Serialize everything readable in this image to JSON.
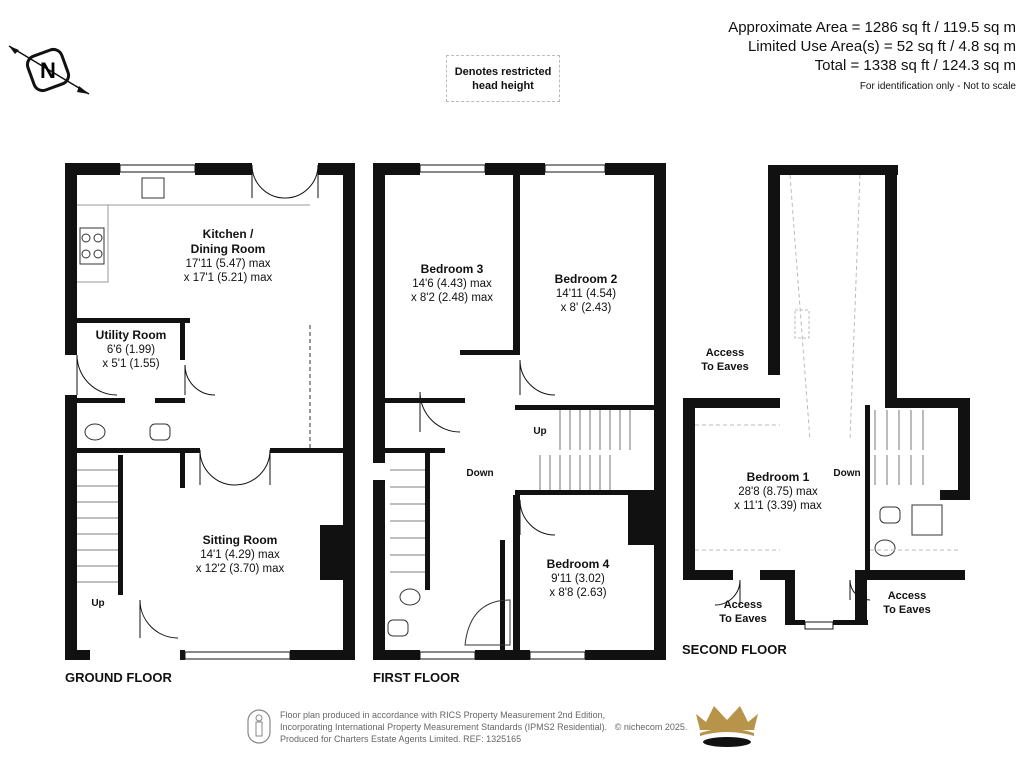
{
  "areas": {
    "approximate": "Approximate Area = 1286 sq ft / 119.5 sq m",
    "limited": "Limited Use Area(s) = 52 sq ft / 4.8 sq m",
    "total": "Total = 1338 sq ft / 124.3 sq m",
    "note": "For identification only - Not to scale"
  },
  "compass": {
    "letter": "N"
  },
  "legend": {
    "restricted": "Denotes restricted head height"
  },
  "floors": {
    "ground": "GROUND FLOOR",
    "first": "FIRST FLOOR",
    "second": "SECOND FLOOR"
  },
  "rooms": {
    "kitchen": {
      "name": "Kitchen /",
      "name2": "Dining Room",
      "dim1": "17'11 (5.47) max",
      "dim2": "x 17'1 (5.21) max"
    },
    "utility": {
      "name": "Utility Room",
      "dim1": "6'6 (1.99)",
      "dim2": "x 5'1 (1.55)"
    },
    "sitting": {
      "name": "Sitting Room",
      "dim1": "14'1 (4.29) max",
      "dim2": "x 12'2 (3.70) max"
    },
    "bed3": {
      "name": "Bedroom 3",
      "dim1": "14'6 (4.43) max",
      "dim2": "x 8'2 (2.48) max"
    },
    "bed2": {
      "name": "Bedroom 2",
      "dim1": "14'11 (4.54)",
      "dim2": "x 8' (2.43)"
    },
    "bed4": {
      "name": "Bedroom 4",
      "dim1": "9'11 (3.02)",
      "dim2": "x 8'8 (2.63)"
    },
    "bed1": {
      "name": "Bedroom 1",
      "dim1": "28'8 (8.75) max",
      "dim2": "x 11'1 (3.39) max"
    }
  },
  "labels": {
    "up": "Up",
    "down": "Down",
    "access1": "Access",
    "access2": "To Eaves"
  },
  "footer": {
    "line1": "Floor plan produced in accordance with RICS Property Measurement 2nd Edition,",
    "line2": "Incorporating International Property Measurement Standards (IPMS2 Residential).",
    "copyright": "© nichecom 2025.",
    "line3": "Produced for Charters Estate Agents Limited.   REF: 1325165"
  },
  "colors": {
    "wall": "#111111",
    "gold": "#b8934a"
  }
}
